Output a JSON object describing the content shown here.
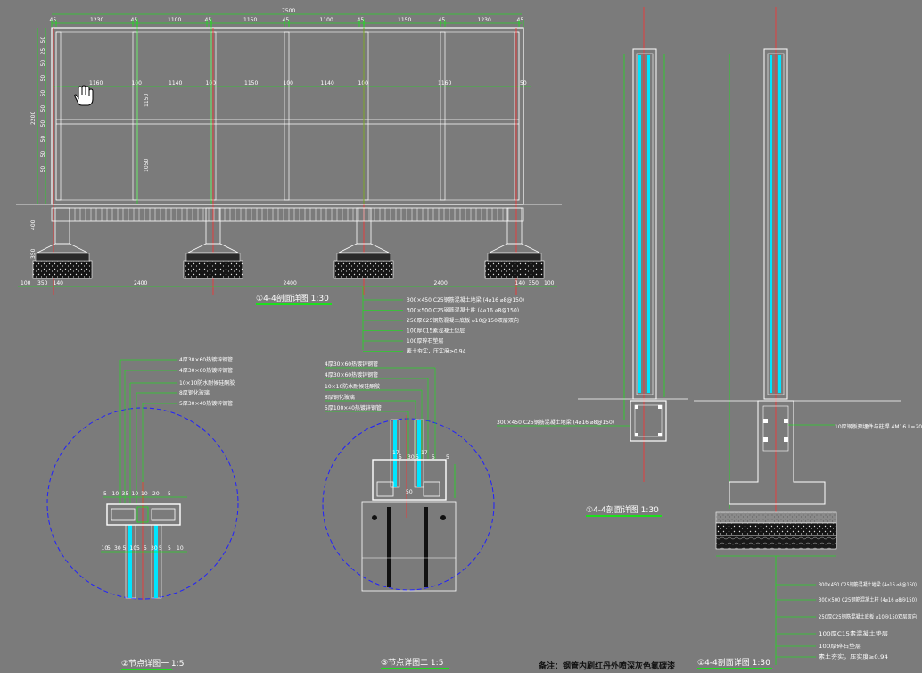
{
  "titles": {
    "elevation": "①4-4剖面详图 1:30",
    "section_left": "①4-4剖面详图 1:30",
    "section_right": "①4-4剖面详图 1:30",
    "node1": "②节点详图一 1:5",
    "node2": "③节点详图二 1:5",
    "note": "备注：钢管内刷红丹外喷深灰色氟碳漆"
  },
  "elevation": {
    "overall_width": "7500",
    "top_dims": [
      "45",
      "1230",
      "45",
      "1100",
      "45",
      "1150",
      "45",
      "1100",
      "45",
      "1150",
      "45",
      "1230",
      "45"
    ],
    "mid_dims": [
      "1160",
      "100",
      "1140",
      "100",
      "1150",
      "100",
      "1140",
      "100",
      "1160",
      "50"
    ],
    "bottom_dims": [
      "100",
      "350",
      "140",
      "2400",
      "2400",
      "2400",
      "140",
      "350",
      "100"
    ],
    "left_total": "2200",
    "left_dims": [
      "50",
      "25",
      "50",
      "50",
      "50",
      "50",
      "50",
      "50",
      "50",
      "50"
    ],
    "left_lower": [
      "400",
      "350"
    ],
    "post_heights": [
      "1150",
      "1050"
    ]
  },
  "foundation_notes": [
    "300×450 C25钢筋混凝土地梁 (4⌀16 ⌀8@150)",
    "300×500 C25钢筋混凝土柱 (4⌀16 ⌀8@150)",
    "250厚C25钢筋混凝土底板 ⌀10@150双层双向",
    "100厚C15素混凝土垫层",
    "100厚碎石垫层",
    "素土夯实，压实度≥0.94"
  ],
  "node1_labels": [
    "4厚30×60热镀锌钢管",
    "4厚30×60热镀锌钢管",
    "10×10防水耐候硅酮胶",
    "8厚钢化玻璃",
    "5厚30×40热镀锌钢管"
  ],
  "node1_dims_top": [
    "5",
    "10",
    "35",
    "10",
    "10",
    "20",
    "5"
  ],
  "node1_dims_bottom": [
    "10",
    "5",
    "30",
    "5",
    "10",
    "5",
    "5",
    "30",
    "5",
    "5",
    "10"
  ],
  "node2_labels": [
    "4厚30×60热镀锌钢管",
    "4厚30×60热镀锌钢管",
    "10×10防水耐候硅酮胶",
    "8厚钢化玻璃",
    "5厚100×40热镀锌钢管"
  ],
  "node2_dims": [
    "17",
    "5",
    "30",
    "5",
    "17",
    "5",
    "50",
    "5"
  ],
  "section_left": {
    "beam_note": "300×450 C25钢筋混凝土地梁 (4⌀16 ⌀8@150)"
  },
  "section_right": {
    "anchor_note": "10厚钢板预埋件与柱焊 4M16 L=200",
    "notes": [
      "300×450 C25钢筋混凝土地梁 (4⌀16 ⌀8@150)",
      "300×500 C25钢筋混凝土柱 (4⌀16 ⌀8@150)",
      "250厚C25钢筋混凝土底板 ⌀10@150双层双向",
      "100厚C15素混凝土垫层",
      "100厚碎石垫层",
      "素土夯实，压实度≥0.94"
    ]
  },
  "colors": {
    "background": "#7b7b7b",
    "dimension": "#00ff00",
    "structure": "#ffffff",
    "centerline": "#ff3030",
    "glass": "#00e5ff",
    "detail_circle": "#2020ff",
    "concrete": "#111111"
  },
  "icons": [
    "hand-cursor-icon"
  ]
}
